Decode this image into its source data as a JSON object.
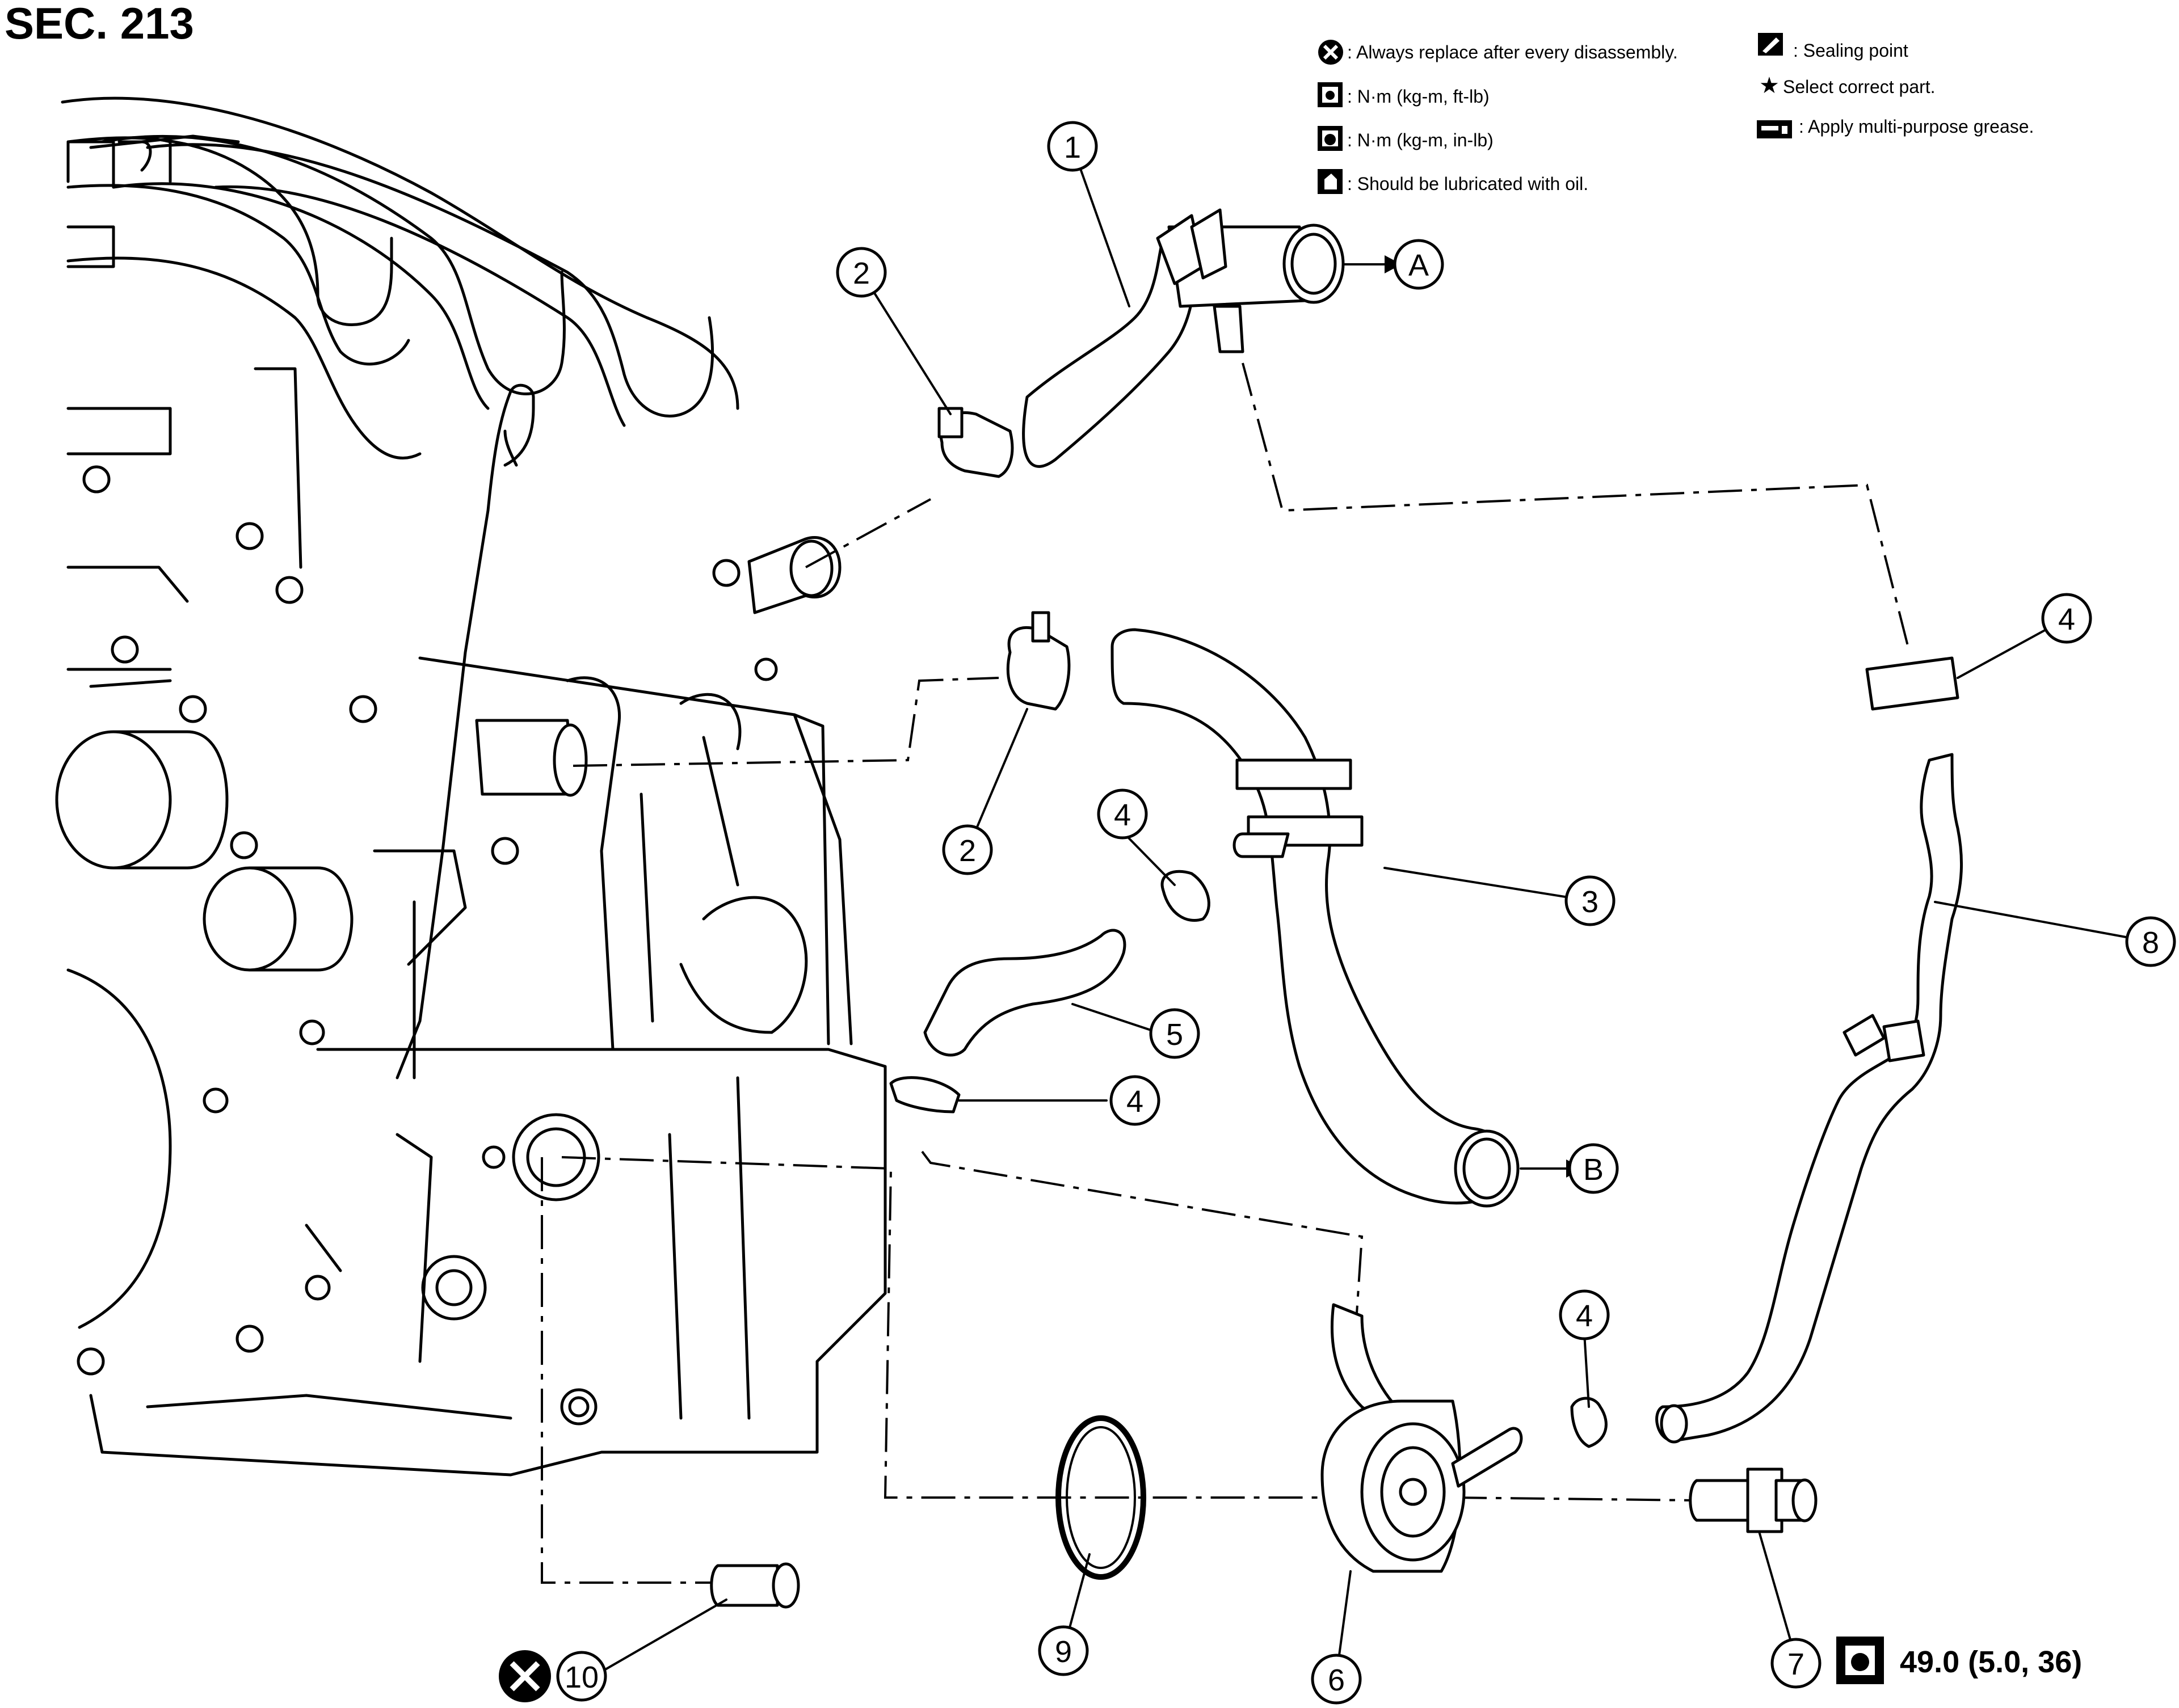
{
  "title": "SEC. 213",
  "legend": {
    "always_replace": ": Always replace after every disassembly.",
    "torque_ft_lb": ": N·m (kg-m, ft-lb)",
    "torque_in_lb": ": N·m (kg-m, in-lb)",
    "lubricate_oil": ": Should be lubricated with oil.",
    "sealing_point": ": Sealing point",
    "select_part": "Select correct part.",
    "select_part_symbol": "★",
    "apply_grease": ": Apply multi-purpose grease."
  },
  "callouts": {
    "c1": "1",
    "c2a": "2",
    "c2b": "2",
    "c3": "3",
    "c4a": "4",
    "c4b": "4",
    "c4c": "4",
    "c4d": "4",
    "c5": "5",
    "c6": "6",
    "c7": "7",
    "c8": "8",
    "c9": "9",
    "c10": "10",
    "cA": "A",
    "cB": "B"
  },
  "torque_spec": "49.0 (5.0, 36)",
  "icons": {
    "replace": "x-circle-icon",
    "torque": "torque-wrench-icon",
    "lubricate": "oil-can-icon",
    "sealing": "sealant-icon",
    "grease": "grease-icon"
  }
}
